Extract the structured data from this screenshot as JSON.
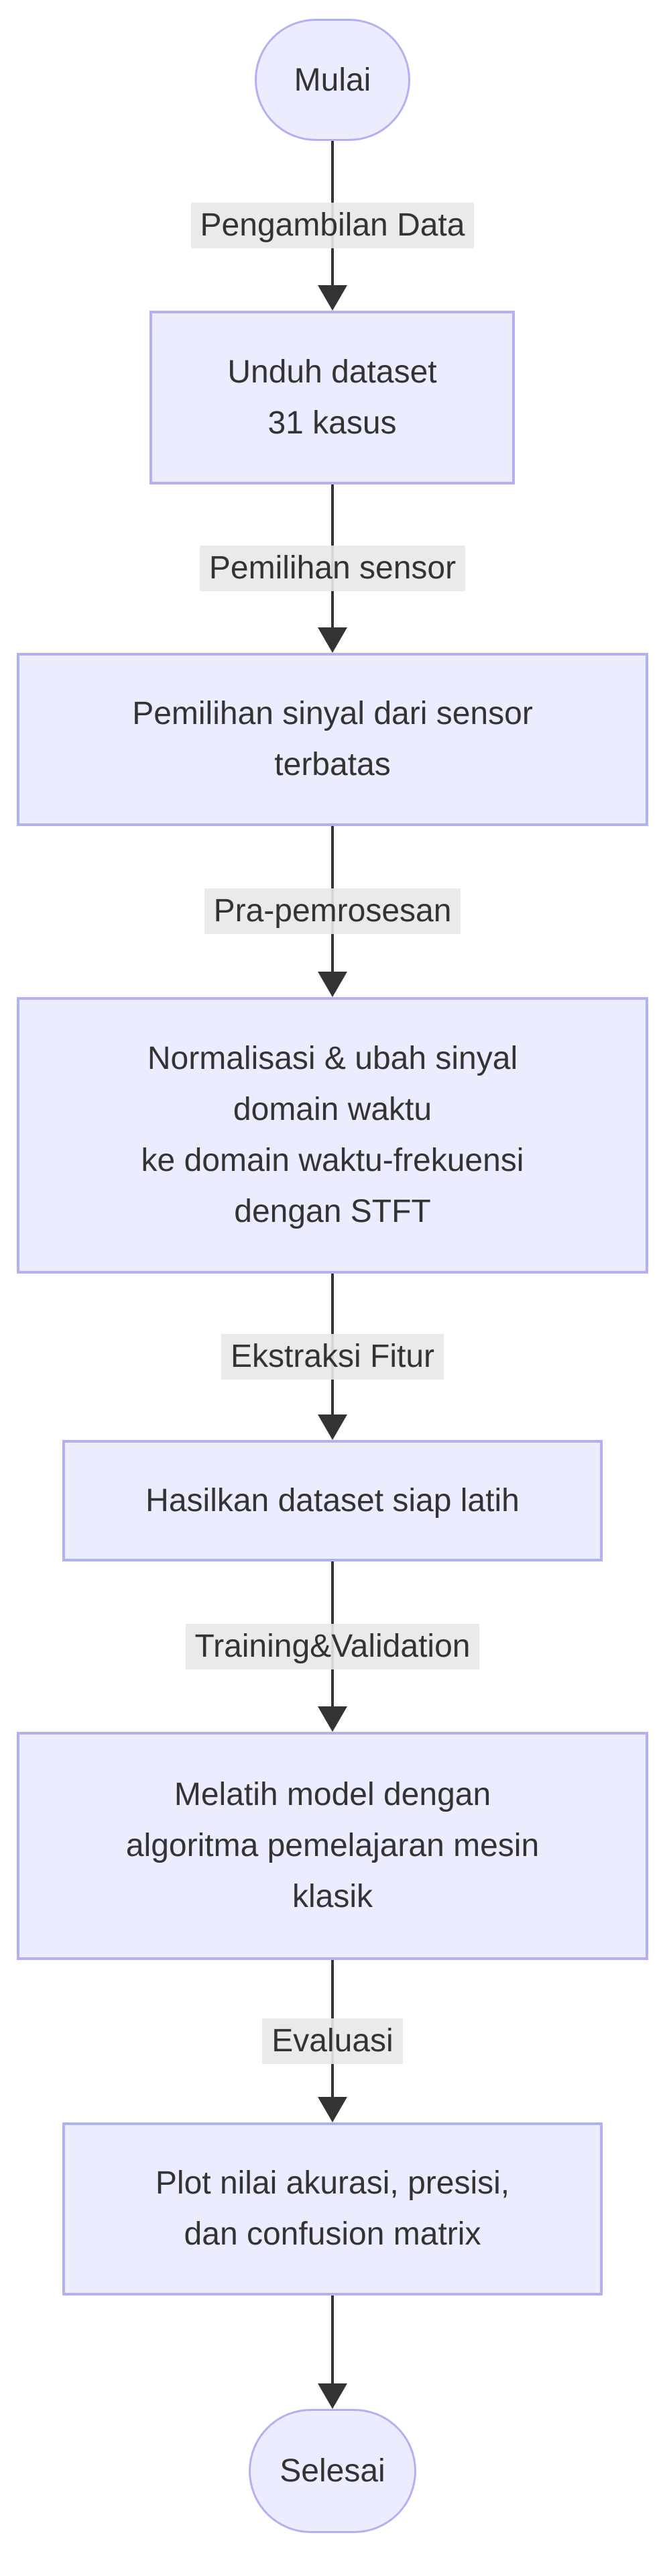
{
  "colors": {
    "background": "#FFFFFF",
    "node_fill": "#ECECFF",
    "node_border": "#B1B1F1",
    "edge_color": "#333333",
    "edge_label_bg": "#E8E8E8",
    "text_color": "#333333"
  },
  "diagram": {
    "type": "flowchart-vertical",
    "start_node": {
      "label": "Mulai"
    },
    "end_node": {
      "label": "Selesai"
    },
    "steps": [
      {
        "edge_label": "Pengambilan Data",
        "box_lines": [
          "Unduh dataset",
          "31 kasus"
        ]
      },
      {
        "edge_label": "Pemilihan sensor",
        "box_lines": [
          "Pemilihan sinyal dari sensor",
          "terbatas"
        ]
      },
      {
        "edge_label": "Pra-pemrosesan",
        "box_lines": [
          "Normalisasi & ubah sinyal",
          "domain waktu",
          "ke domain waktu-frekuensi",
          "dengan STFT"
        ]
      },
      {
        "edge_label": "Ekstraksi Fitur",
        "box_lines": [
          "Hasilkan dataset siap latih"
        ]
      },
      {
        "edge_label": "Training&Validation",
        "box_lines": [
          "Melatih model dengan",
          "algoritma pemelajaran mesin",
          "klasik"
        ]
      },
      {
        "edge_label": "Evaluasi",
        "box_lines": [
          "Plot nilai akurasi, presisi,",
          "dan confusion matrix"
        ]
      }
    ]
  }
}
